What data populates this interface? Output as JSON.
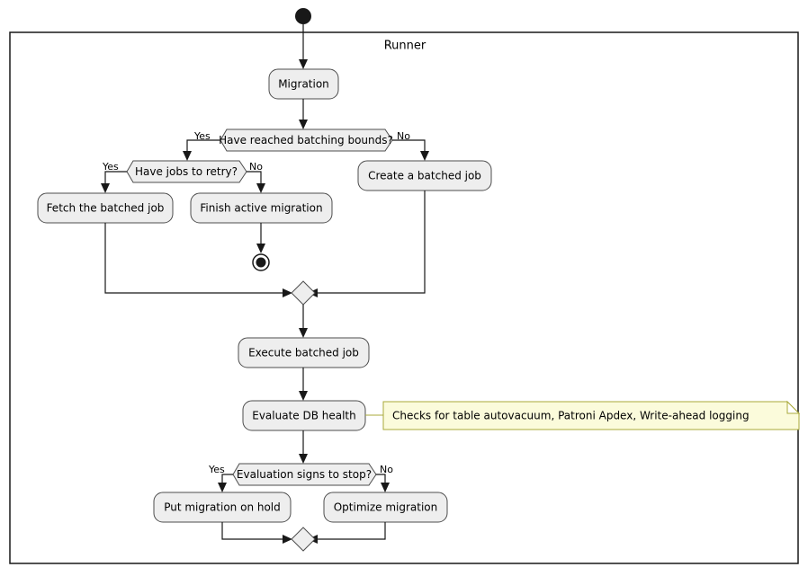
{
  "diagram": {
    "type": "uml-activity-diagram",
    "partition": {
      "title": "Runner"
    },
    "start_node": {
      "label": "start"
    },
    "end_node": {
      "label": "end"
    },
    "activities": [
      {
        "id": "migration",
        "label": "Migration"
      },
      {
        "id": "create_job",
        "label": "Create a batched job"
      },
      {
        "id": "fetch_job",
        "label": "Fetch the batched job"
      },
      {
        "id": "finish_migration",
        "label": "Finish active migration"
      },
      {
        "id": "execute_job",
        "label": "Execute batched job"
      },
      {
        "id": "evaluate_health",
        "label": "Evaluate DB health"
      },
      {
        "id": "hold_migration",
        "label": "Put migration on hold"
      },
      {
        "id": "optimize",
        "label": "Optimize migration"
      }
    ],
    "decisions": [
      {
        "id": "batching_bounds",
        "label": "Have reached batching bounds?",
        "yes": "Yes",
        "no": "No"
      },
      {
        "id": "jobs_to_retry",
        "label": "Have jobs to retry?",
        "yes": "Yes",
        "no": "No"
      },
      {
        "id": "signs_to_stop",
        "label": "Evaluation signs to stop?",
        "yes": "Yes",
        "no": "No"
      }
    ],
    "notes": [
      {
        "id": "db_health_note",
        "attached_to": "evaluate_health",
        "text": "Checks for table autovacuum, Patroni Apdex, Write-ahead logging"
      }
    ],
    "colors": {
      "node_fill": "#eeeeee",
      "node_stroke": "#4d4d4d",
      "line": "#181818",
      "note_fill": "#fbfbdb",
      "note_stroke": "#a8a838",
      "background": "#ffffff"
    }
  }
}
